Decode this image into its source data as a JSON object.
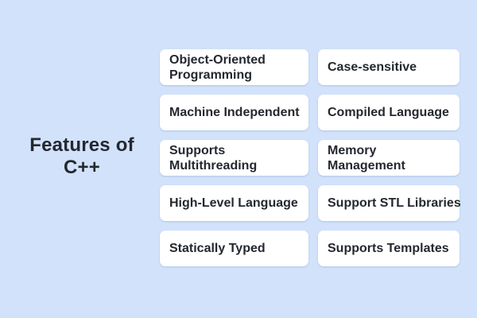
{
  "title": {
    "text": "Features of\nC++"
  },
  "columns": {
    "left": [
      "Object-Oriented\nProgramming",
      "Machine Independent",
      "Supports\nMultithreading",
      "High-Level Language",
      "Statically Typed"
    ],
    "right": [
      "Case-sensitive",
      "Compiled Language",
      "Memory\nManagement",
      "Support STL Libraries",
      "Supports Templates"
    ]
  },
  "colors": {
    "background": "#d2e2fb",
    "card": "#ffffff",
    "text": "#24282f"
  }
}
